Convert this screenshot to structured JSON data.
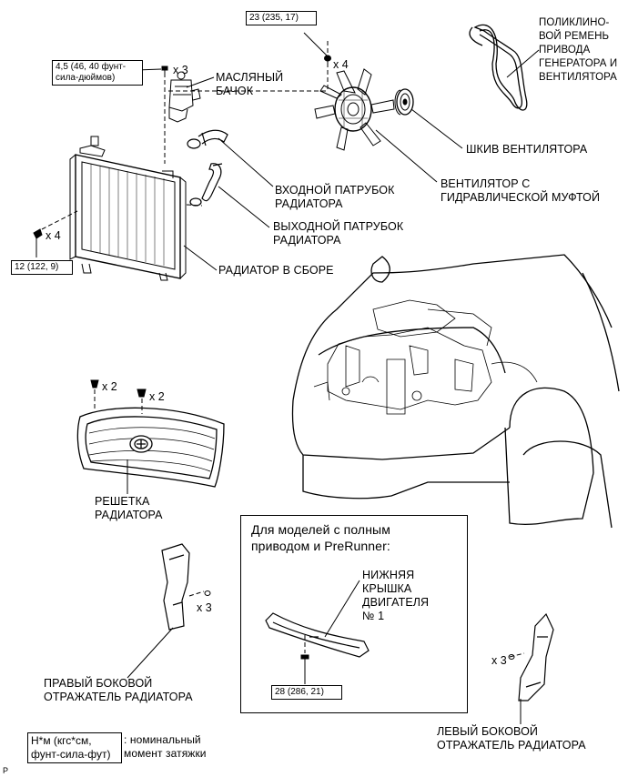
{
  "torque": {
    "t1": "23 (235, 17)",
    "t2": "4,5 (46, 40 фунт-\nсила-дюймов)",
    "t3": "12 (122, 9)",
    "t4": "28 (286, 21)"
  },
  "qty": {
    "q_x3_top": "x 3",
    "q_x4_top": "x 4",
    "q_x4_left": "x 4",
    "q_x2_a": "x 2",
    "q_x2_b": "x 2",
    "q_x3_right_guide": "x 3",
    "q_x3_left_guide": "x 3"
  },
  "labels": {
    "v_belt": "ПОЛИКЛИНО-\nВОЙ РЕМЕНЬ\nПРИВОДА\nГЕНЕРАТОРА И\nВЕНТИЛЯТОРА",
    "oil_tank": "МАСЛЯНЫЙ\nБАЧОК",
    "fan_pulley": "ШКИВ ВЕНТИЛЯТОРА",
    "inlet_hose": "ВХОДНОЙ ПАТРУБОК\nРАДИАТОРА",
    "fan_clutch": "ВЕНТИЛЯТОР С\nГИДРАВЛИЧЕСКОЙ МУФТОЙ",
    "outlet_hose": "ВЫХОДНОЙ ПАТРУБОК\nРАДИАТОРА",
    "radiator": "РАДИАТОР В СБОРЕ",
    "grille": "РЕШЕТКА\nРАДИАТОРА",
    "awd_note": "Для моделей с полным\nприводом и PreRunner:",
    "engine_cover": "НИЖНЯЯ\nКРЫШКА\nДВИГАТЕЛЯ\n№ 1",
    "right_guide": "ПРАВЫЙ БОКОВОЙ\nОТРАЖАТЕЛЬ РАДИАТОРА",
    "left_guide": "ЛЕВЫЙ БОКОВОЙ\nОТРАЖАТЕЛЬ РАДИАТОРА"
  },
  "legend": {
    "unit": "Н*м (кгс*см,\nфунт-сила-фут)",
    "desc": ": номинальный\nмомент затяжки"
  },
  "corner_mark": "P"
}
